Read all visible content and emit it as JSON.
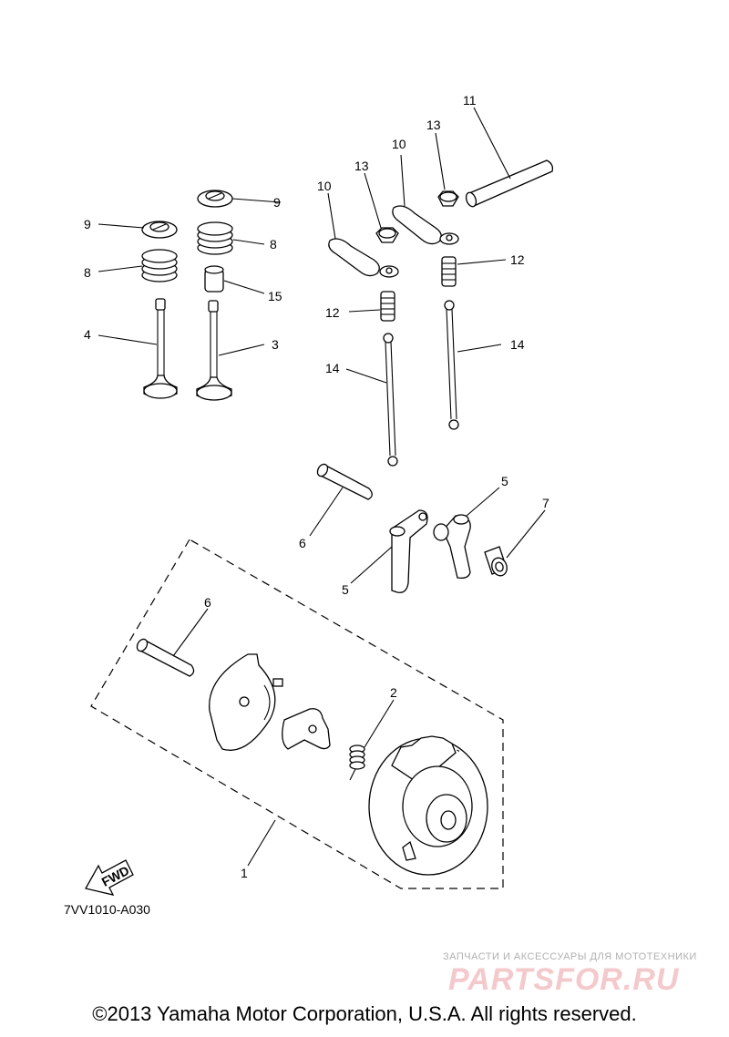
{
  "callouts": {
    "c1": "1",
    "c2": "2",
    "c3": "3",
    "c4": "4",
    "c5a": "5",
    "c5b": "5",
    "c6a": "6",
    "c6b": "6",
    "c7": "7",
    "c8a": "8",
    "c8b": "8",
    "c9a": "9",
    "c9b": "9",
    "c10a": "10",
    "c10b": "10",
    "c11": "11",
    "c12a": "12",
    "c12b": "12",
    "c13a": "13",
    "c13b": "13",
    "c14a": "14",
    "c14b": "14",
    "c15": "15"
  },
  "fwd_label": "FWD",
  "diagram_code": "7VV1010-A030",
  "watermark": {
    "tagline": "ЗАПЧАСТИ И АКСЕССУАРЫ ДЛЯ МОТОТЕХНИКИ",
    "logo": "PARTSFOR.RU"
  },
  "copyright": "©2013 Yamaha Motor Corporation, U.S.A. All rights reserved."
}
